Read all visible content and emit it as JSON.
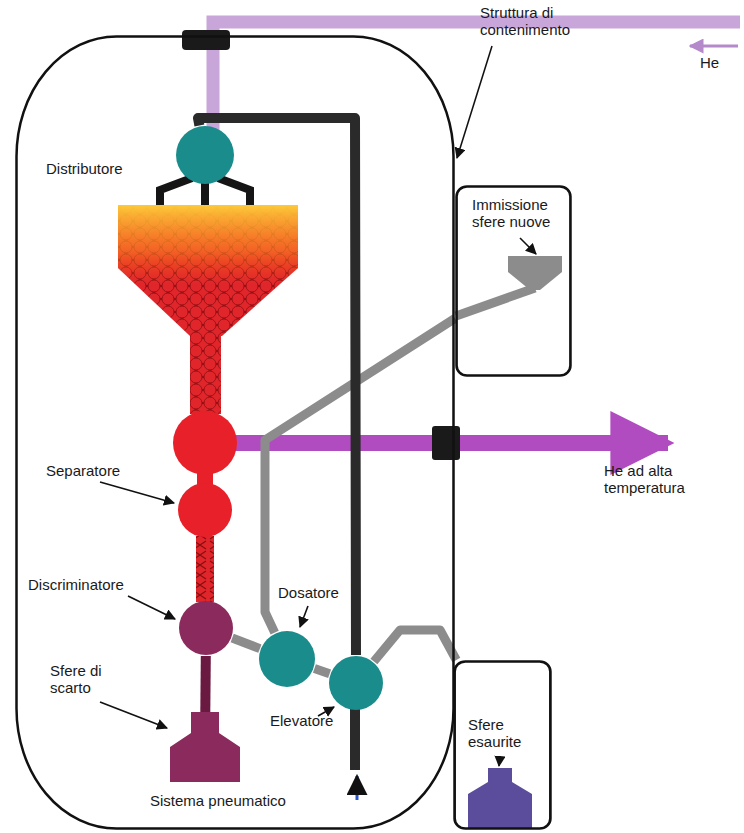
{
  "diagram": {
    "nodes": [
      {
        "text": [
          "Struttura di contenimento"
        ]
      },
      {
        "text": [
          "Distributore"
        ],
        "in": 0
      },
      {
        "text": [
          "Separatore"
        ],
        "in": 0
      },
      {
        "text": [
          "Discriminatore"
        ],
        "in": 0
      },
      {
        "text": [
          "Dosatore"
        ],
        "in": 0
      },
      {
        "text": [
          "Elevatore"
        ],
        "in": 0
      },
      {
        "text": [
          "Sfere di scarto"
        ],
        "in": 0
      },
      {
        "text": [
          "Immissione sfere nuove"
        ]
      },
      {
        "text": [
          "Sfere esaurite"
        ]
      }
    ],
    "edges": [
      {
        "from": 7,
        "to": 4,
        "arrow": "none"
      },
      {
        "from": 3,
        "to": 4,
        "arrow": "none"
      },
      {
        "from": 4,
        "to": 5,
        "arrow": "none"
      },
      {
        "from": 5,
        "to": 8,
        "arrow": "none"
      },
      {
        "from": 5,
        "to": 1,
        "arrow": "none"
      },
      {
        "from": 3,
        "to": 6,
        "arrow": "none"
      }
    ],
    "labels": [
      "He",
      "He ad alta temperatura",
      "Sistema pneumatico"
    ]
  }
}
